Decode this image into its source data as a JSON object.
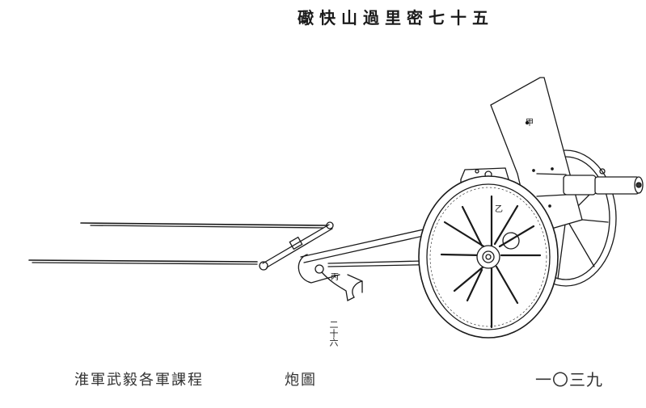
{
  "page": {
    "title": "礮快山過里密七十五",
    "title_reading_order": "五十七密里過山快礮",
    "footer": {
      "book_title": "淮軍武毅各軍課程",
      "section": "炮圖",
      "page_number": "一〇三九"
    },
    "figure_label": "二十六",
    "annotations": {
      "shield_mark": "甲",
      "wheel_mark": "乙",
      "trail_mark": "丙"
    }
  },
  "figure": {
    "subject": "mountain quick-fire gun on two-wheeled carriage with shafts",
    "icon": "artillery-gun-drawing"
  }
}
